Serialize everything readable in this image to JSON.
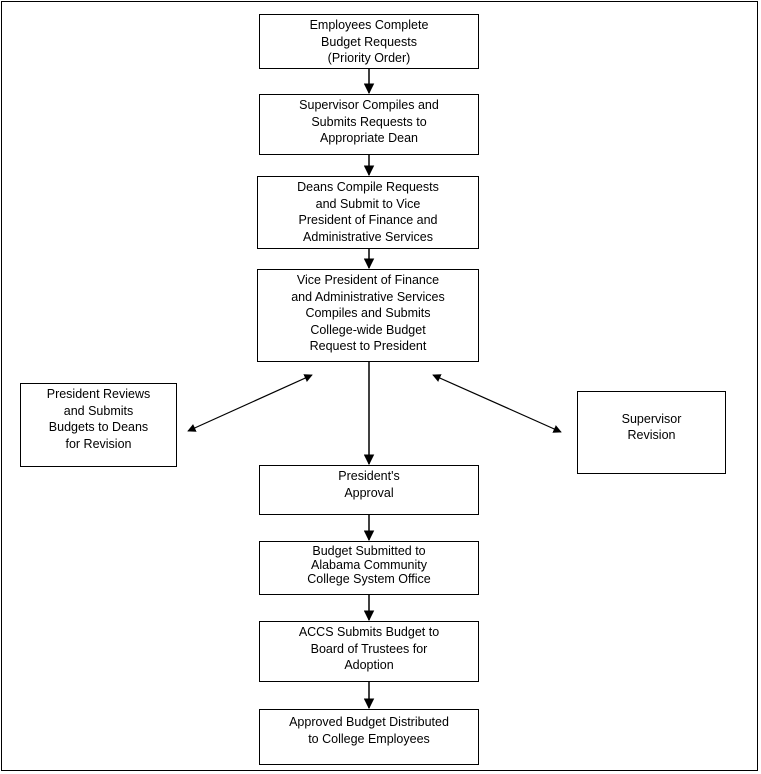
{
  "flowchart": {
    "steps": [
      "Employees Complete\nBudget Requests\n(Priority Order)",
      "Supervisor Compiles and\nSubmits Requests to\nAppropriate Dean",
      "Deans Compile Requests\nand Submit to Vice\nPresident of Finance and\nAdministrative Services",
      "Vice President of Finance\nand Administrative Services\nCompiles and Submits\nCollege-wide Budget\nRequest to President",
      "President's\nApproval",
      "Budget Submitted to\nAlabama Community\nCollege System Office",
      "ACCS Submits Budget to\nBoard of Trustees for\nAdoption",
      "Approved Budget Distributed\nto College Employees"
    ],
    "left_branch": "President Reviews\nand Submits\nBudgets to Deans\nfor Revision",
    "right_branch": "Supervisor\nRevision"
  }
}
